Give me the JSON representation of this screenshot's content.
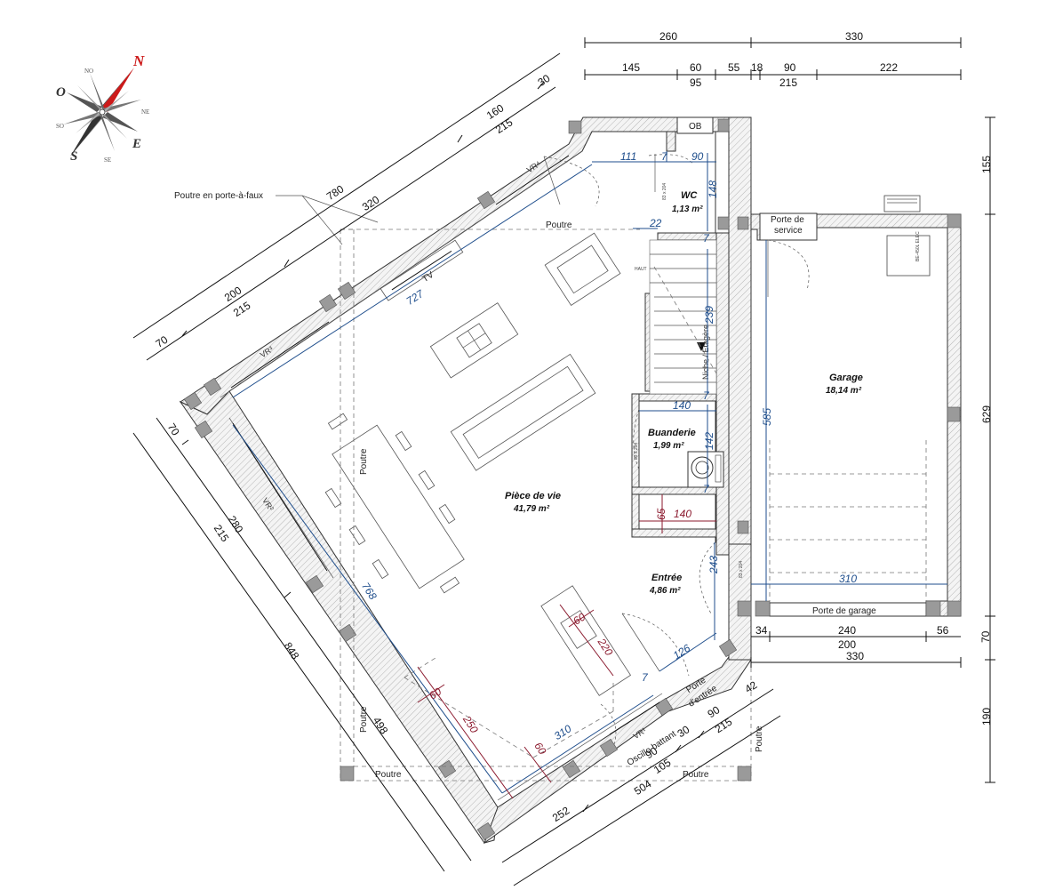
{
  "compass": {
    "n": "N",
    "no": "NO",
    "ne": "NE",
    "o": "O",
    "e": "E",
    "so": "SO",
    "se": "SE",
    "s": "S"
  },
  "rooms": {
    "piece_de_vie": {
      "name": "Pièce de vie",
      "area": "41,79 m²"
    },
    "garage": {
      "name": "Garage",
      "area": "18,14 m²"
    },
    "wc": {
      "name": "WC",
      "area": "1,13 m²"
    },
    "buanderie": {
      "name": "Buanderie",
      "area": "1,99 m²"
    },
    "entree": {
      "name": "Entrée",
      "area": "4,86 m²"
    }
  },
  "labels": {
    "poutre_porte_a_faux": "Poutre en porte-à-faux",
    "poutre": "Poutre",
    "tv": "TV",
    "niche": "Niche / Etagère",
    "porte_de_service_1": "Porte de",
    "porte_de_service_2": "service",
    "porte_de_garage": "Porte de garage",
    "porte_entree_1": "Porte",
    "porte_entree_2": "d'entrée",
    "oscillo_battant": "Oscillo battant",
    "ob": "OB",
    "haut": "HAUT",
    "vr1": "VR¹",
    "vr2": "VR²",
    "vr3": "VR³",
    "vr4": "VR⁴",
    "door_83x204_a": "83 x 204",
    "door_83x204_b": "83 x 204",
    "door_83x204_c": "83 x 204",
    "boiler": "BE-450L ELEC"
  },
  "dimensions": {
    "top_260": "260",
    "top_330": "330",
    "top_145": "145",
    "top_60": "60",
    "top_95": "95",
    "top_55": "55",
    "top_18": "18",
    "top_90": "90",
    "top_215": "215",
    "top_222": "222",
    "right_155": "155",
    "right_629": "629",
    "right_70": "70",
    "right_190": "190",
    "ne_780": "780",
    "ne_320": "320",
    "ne_160": "160",
    "ne_215a": "215",
    "ne_30": "30",
    "ne_200": "200",
    "ne_215b": "215",
    "ne_70": "70",
    "w_70": "70",
    "w_280": "280",
    "w_215": "215",
    "w_848": "848",
    "w_498": "498",
    "s_252": "252",
    "s_504": "504",
    "s_90": "90",
    "s_105": "105",
    "s_30": "30",
    "s_90b": "90",
    "s_215": "215",
    "s_42": "42",
    "g_34": "34",
    "g_240": "240",
    "g_56": "56",
    "g_200": "200",
    "g_330": "330",
    "in_111": "111",
    "in_7a": "7",
    "in_90": "90",
    "in_148": "148",
    "in_22": "22",
    "in_7b": "7",
    "in_239": "239",
    "in_7c": "7",
    "in_140a": "140",
    "in_142": "142",
    "in_7d": "7",
    "in_65": "65",
    "in_140b": "140",
    "in_727": "727",
    "in_585": "585",
    "in_310a": "310",
    "in_243": "243",
    "in_126": "126",
    "in_7e": "7",
    "in_768": "768",
    "in_60a": "60",
    "in_250": "250",
    "in_310b": "310",
    "in_60b": "60",
    "in_60c": "60",
    "in_220": "220"
  },
  "colors": {
    "blue_dims": "#1f4e8c",
    "red_dims": "#8b1a2e",
    "compass_red": "#cc1a1a"
  }
}
